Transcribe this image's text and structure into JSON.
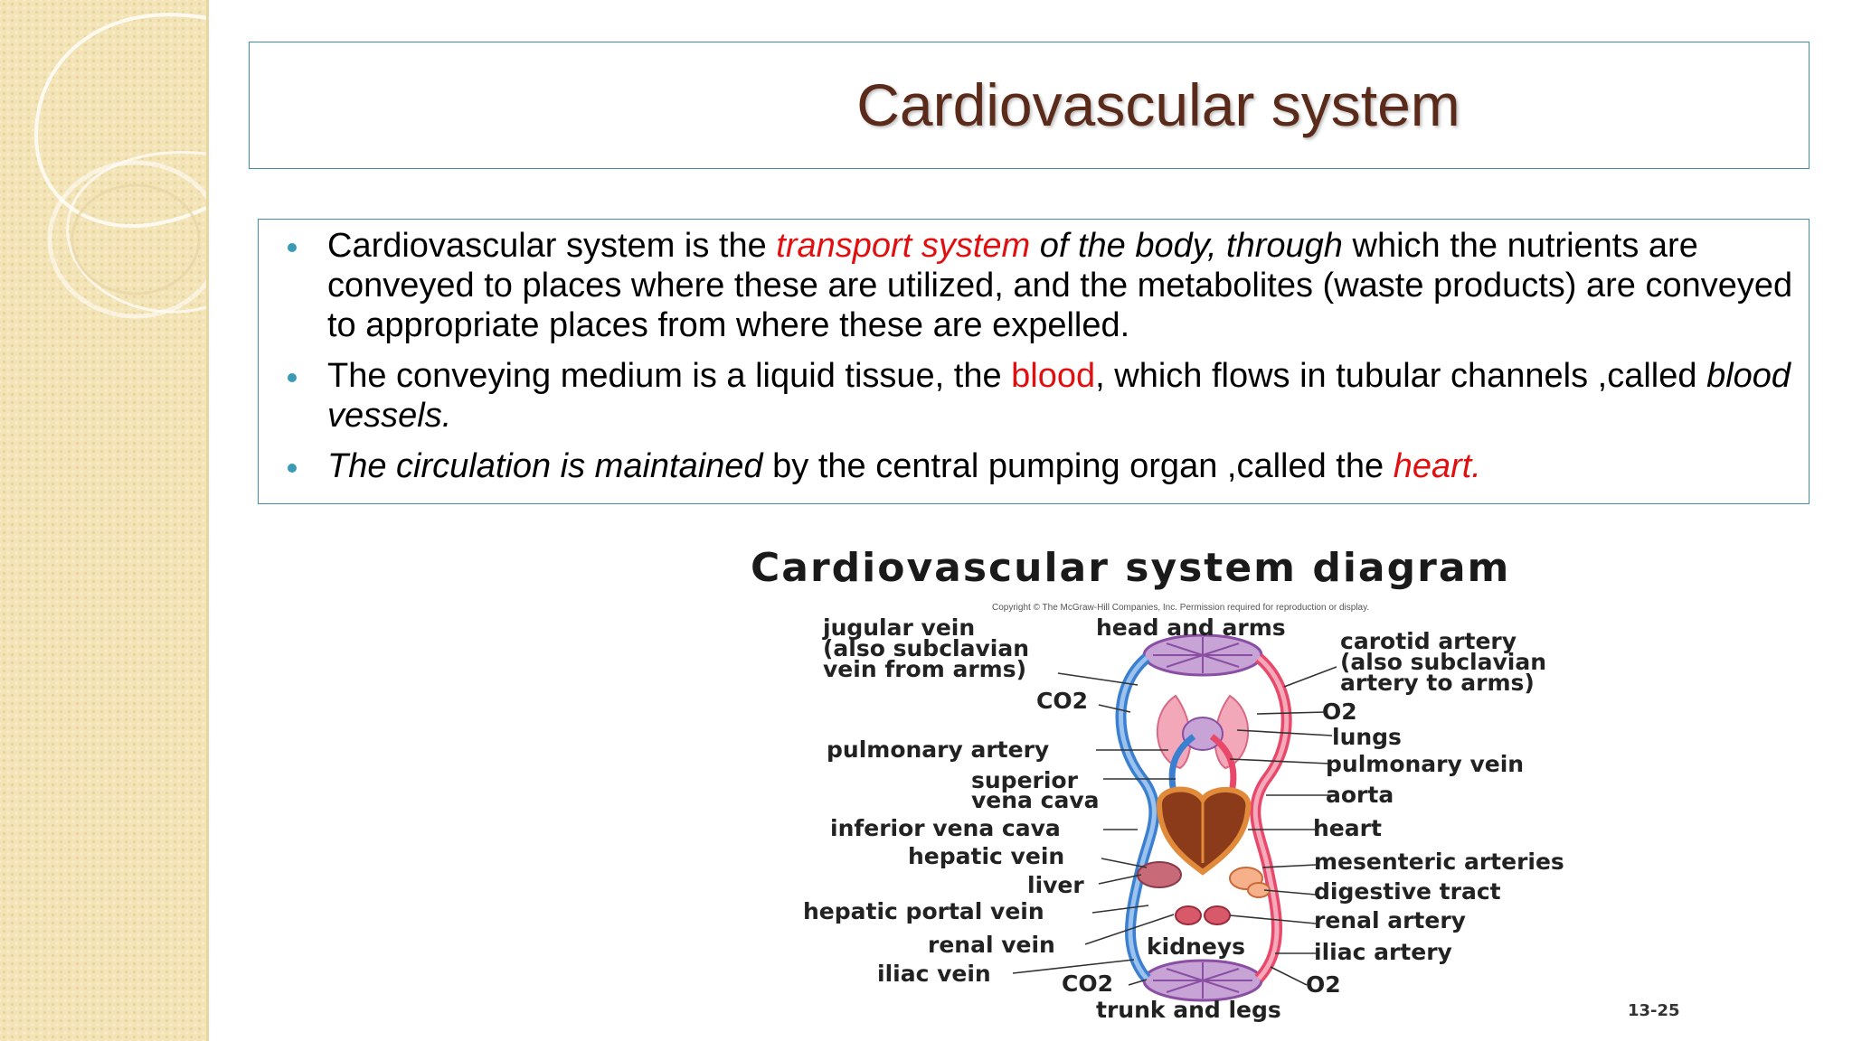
{
  "slide": {
    "title": "Cardiovascular system",
    "bullets": [
      {
        "seg1": "Cardiovascular system is the ",
        "seg2": "transport system",
        "seg3": " of the body, through",
        "seg4": " which the nutrients are conveyed to places where these are utilized, and the metabolites (waste products) are conveyed to appropriate places from where these are expelled."
      },
      {
        "seg1": "The conveying medium is a liquid tissue, the ",
        "seg2": "blood",
        "seg3": ", which flows in tubular channels ,called ",
        "seg4": "blood vessels."
      },
      {
        "seg1": "The circulation is maintained",
        "seg2": " by the central pumping organ ,called the ",
        "seg3": "heart."
      }
    ]
  },
  "diagram": {
    "title": "Cardiovascular system diagram",
    "copyright": "Copyright © The McGraw-Hill Companies, Inc. Permission required for reproduction or display.",
    "figure_number": "13-25",
    "labels": {
      "jugular_vein_1": "jugular vein",
      "jugular_vein_2": "(also subclavian",
      "jugular_vein_3": "vein from arms)",
      "head_and_arms": "head and arms",
      "carotid_1": "carotid artery",
      "carotid_2": "(also subclavian",
      "carotid_3": "artery to arms)",
      "co2_top": "CO2",
      "o2_top": "O2",
      "lungs": "lungs",
      "pulmonary_artery": "pulmonary artery",
      "pulmonary_vein": "pulmonary vein",
      "superior_vena_cava_1": "superior",
      "superior_vena_cava_2": "vena cava",
      "aorta": "aorta",
      "inferior_vena_cava": "inferior vena cava",
      "heart": "heart",
      "hepatic_vein": "hepatic vein",
      "mesenteric_arteries": "mesenteric arteries",
      "liver": "liver",
      "digestive_tract": "digestive tract",
      "hepatic_portal_vein": "hepatic portal vein",
      "renal_artery": "renal artery",
      "renal_vein": "renal vein",
      "kidneys": "kidneys",
      "iliac_artery": "iliac artery",
      "iliac_vein": "iliac vein",
      "co2_bottom": "CO2",
      "o2_bottom": "O2",
      "trunk_and_legs": "trunk and legs"
    }
  },
  "colors": {
    "title": "#5a2a1a",
    "border": "#3f8fa6",
    "bullet": "#3a9ab5",
    "highlight": "#e01010",
    "artery": "#e8496a",
    "vein": "#3a7fd0"
  }
}
